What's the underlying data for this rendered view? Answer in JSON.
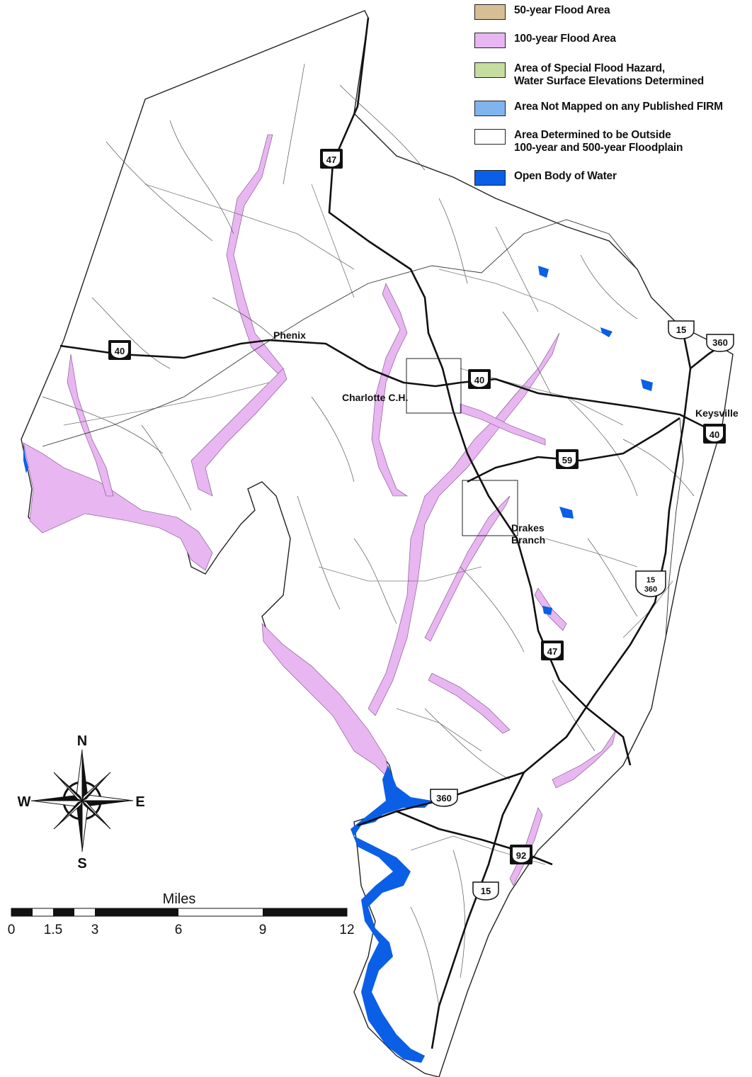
{
  "legend": [
    {
      "label": "50-year Flood Area",
      "color": "#d6bf94"
    },
    {
      "label": "100-year Flood Area",
      "color": "#e8b6f0"
    },
    {
      "label": "Area of Special Flood Hazard,\nWater Surface Elevations Determined",
      "color": "#c5dd9e"
    },
    {
      "label": "Area Not Mapped on any Published FIRM",
      "color": "#7fb4ef"
    },
    {
      "label": "Area Determined to be Outside\n100-year and 500-year Floodplain",
      "color": "#ffffff"
    },
    {
      "label": "Open Body of Water",
      "color": "#0a5fe6"
    }
  ],
  "places": {
    "phenix": "Phenix",
    "charlotte": "Charlotte C.H.",
    "keysville": "Keysville",
    "drakes_1": "Drakes",
    "drakes_2": "Branch"
  },
  "routes": {
    "r47_north": "47",
    "r40_west": "40",
    "r40_center": "40",
    "r15_north": "15",
    "r360_north": "360",
    "r40_east": "40",
    "r59": "59",
    "r15_360_a": "15",
    "r15_360_b": "360",
    "r47_south": "47",
    "r360_south": "360",
    "r92": "92",
    "r15_south": "15"
  },
  "compass": {
    "n": "N",
    "s": "S",
    "e": "E",
    "w": "W"
  },
  "scale": {
    "title": "Miles",
    "ticks": [
      "0",
      "1.5",
      "3",
      "6",
      "9",
      "12"
    ]
  },
  "colors": {
    "flood100": "#e8b6f0",
    "water": "#0a5fe6",
    "roads": "#111111",
    "streams": "#555555"
  }
}
